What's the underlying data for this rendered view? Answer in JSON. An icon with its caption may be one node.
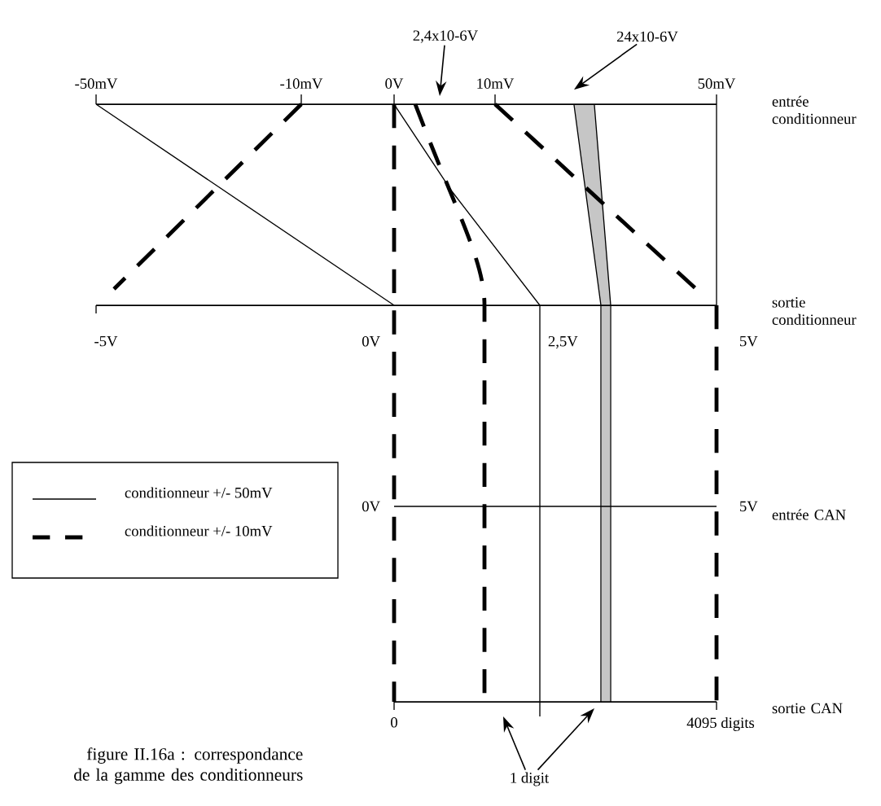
{
  "diagram": {
    "caption": "figure II.16a : correspondance de la gamme des conditionneurs",
    "nodes": [
      {
        "text": [
          "2,4x10-6V"
        ]
      },
      {
        "text": [
          "24x10-6V"
        ]
      },
      {
        "text": [
          "1 digit"
        ]
      }
    ],
    "edges": [
      {
        "from": 0,
        "to": null,
        "arrow": "to"
      },
      {
        "from": 1,
        "to": null,
        "arrow": "to"
      },
      {
        "from": 2,
        "to": null,
        "arrow": "to"
      },
      {
        "from": 2,
        "to": null,
        "arrow": "to"
      }
    ],
    "labels": [
      "-50mV",
      "-10mV",
      "0V",
      "10mV",
      "50mV",
      "entrée conditionneur",
      "sortie conditionneur",
      "-5V",
      "0V",
      "2,5V",
      "5V",
      "0V",
      "5V",
      "entrée CAN",
      "sortie CAN",
      "0",
      "4095 digits"
    ],
    "legend": [
      {
        "text": "conditionneur +/- 50mV"
      },
      {
        "text": "conditionneur +/- 10mV"
      }
    ]
  }
}
